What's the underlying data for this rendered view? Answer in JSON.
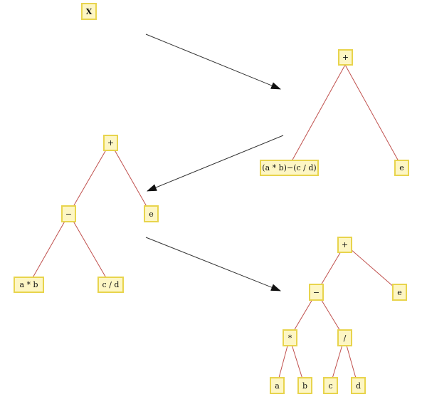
{
  "diagram": {
    "colors": {
      "node_fill": "#fdf6c4",
      "node_stroke": "#e8d44d",
      "edge": "#c0504d",
      "arrow": "#333333"
    },
    "start": {
      "label": "X"
    },
    "tree1": {
      "root": "+",
      "left": "(a * b)−(c / d)",
      "right": "e"
    },
    "tree2": {
      "root": "+",
      "minus": "−",
      "right": "e",
      "left_leaf": "a * b",
      "right_leaf": "c / d"
    },
    "tree3": {
      "root": "+",
      "minus": "−",
      "right": "e",
      "times": "*",
      "divide": "/",
      "leaf_a": "a",
      "leaf_b": "b",
      "leaf_c": "c",
      "leaf_d": "d"
    }
  }
}
